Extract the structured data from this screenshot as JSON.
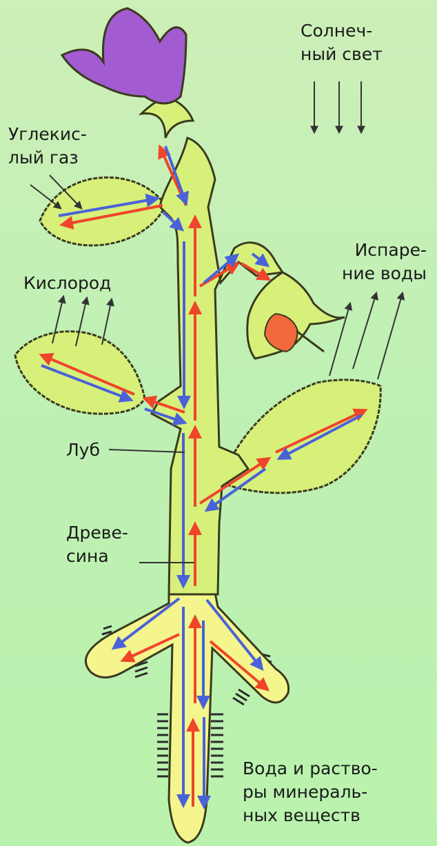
{
  "labels": {
    "sunlight": [
      "Солнеч-",
      "ный свет"
    ],
    "co2": [
      "Углекис-",
      "лый газ"
    ],
    "oxygen": "Кислород",
    "evaporation": [
      "Испаре-",
      "ние воды"
    ],
    "phloem": "Луб",
    "xylem": [
      "Древе-",
      "сина"
    ],
    "water": [
      "Вода и раство-",
      "ры минераль-",
      "ных веществ"
    ]
  },
  "colors": {
    "background": "#c3f0b4",
    "plant_fill": "#d7f07a",
    "plant_outline": "#3a3a1e",
    "root_fill": "#f4f58c",
    "flower_petal": "#a25bd0",
    "bud_petal": "#f06a3c",
    "xylem_arrow": "#f0452a",
    "phloem_arrow": "#4a62d8",
    "root_hair": "#2b2b2b"
  }
}
